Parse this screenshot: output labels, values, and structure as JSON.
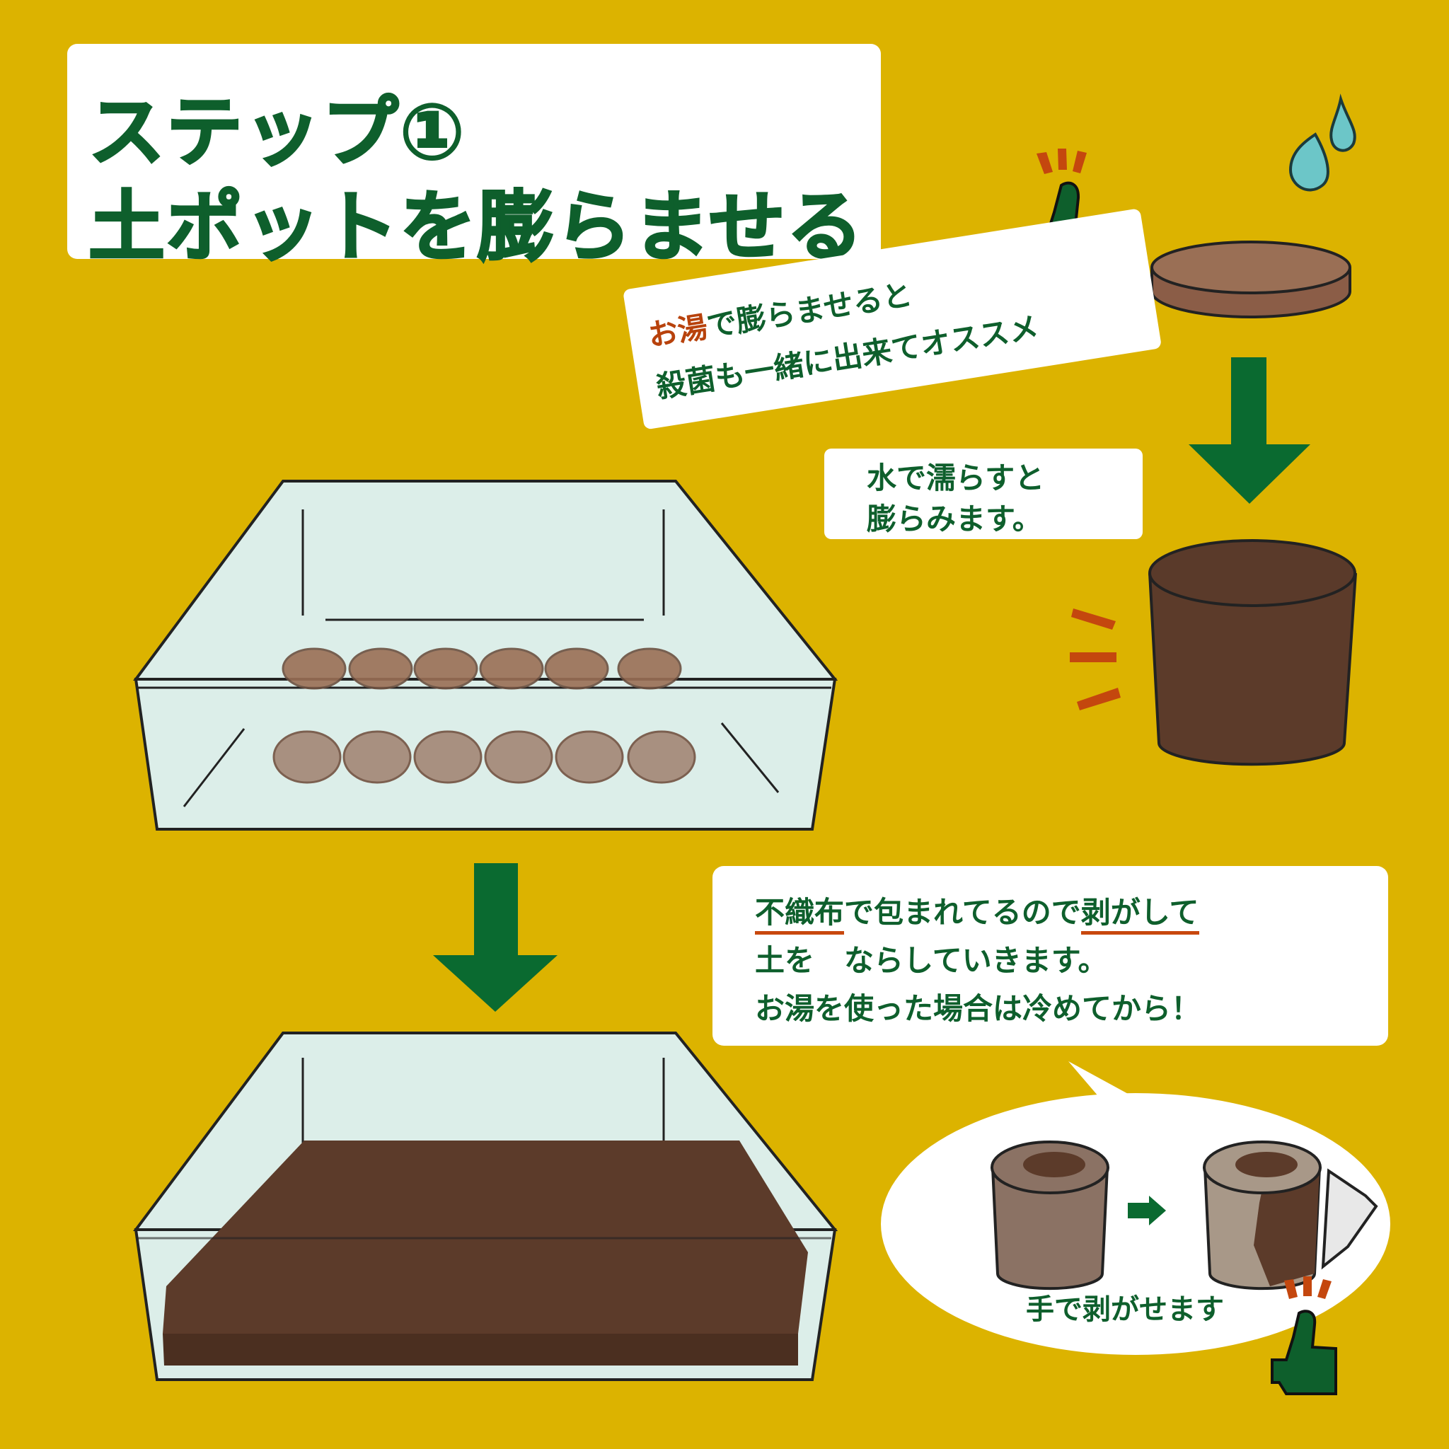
{
  "title": {
    "line1": "ステップ①",
    "line2": "土ポットを膨らませる"
  },
  "tip_note": {
    "line1_accent": "お湯",
    "line1_rest": "で膨らませると",
    "line2": "殺菌も一緒に出来てオススメ"
  },
  "wet_note": {
    "line1": "水で濡らすと",
    "line2": "膨らみます。"
  },
  "peel_note": {
    "line1_u1": "不織布",
    "line1_a": "で包まれてるので",
    "line1_u2": "剥がして",
    "line2": "土を　ならしていきます。",
    "line3": "お湯を使った場合は冷めてから！"
  },
  "ellipse_caption": "手で剥がせます",
  "colors": {
    "background": "#dcb300",
    "text_green": "#0e5f2c",
    "arrow_green": "#0a6a30",
    "accent_orange": "#b8420c",
    "water_blue": "#6cc6c8",
    "soil_dark": "#5c3b2a",
    "pellet_dry": "#9a6f55",
    "container_glass": "#dceee9"
  },
  "icons": [
    "thumbs-up-icon",
    "water-drop-icon",
    "down-arrow-icon",
    "right-arrow-icon"
  ]
}
